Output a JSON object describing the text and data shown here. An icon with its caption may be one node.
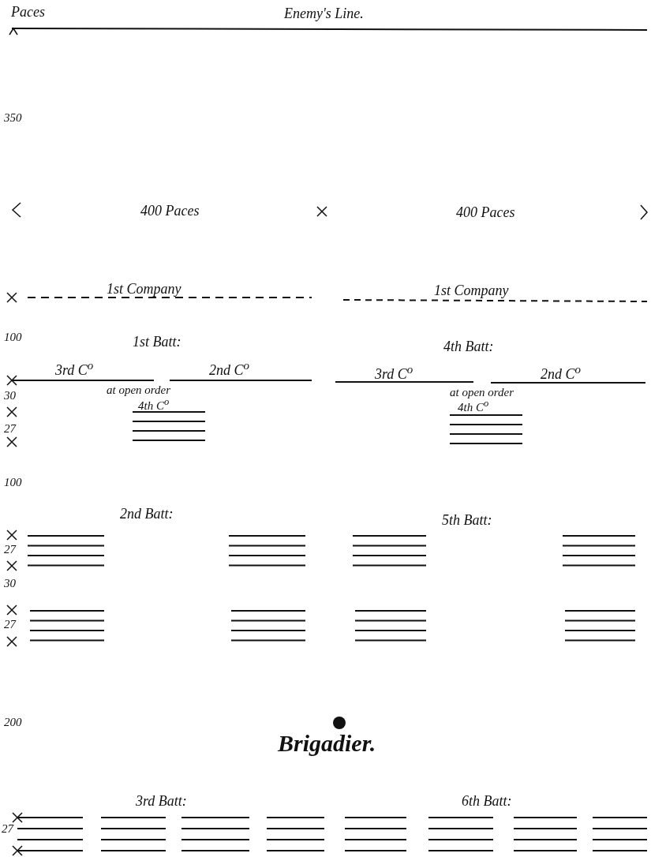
{
  "diagram": {
    "labels": [
      "Paces",
      "Enemy's Line.",
      "350",
      "400 Paces",
      "400 Paces",
      "1st Company",
      "1st Company",
      "100",
      "1st Batt:",
      "4th Batt:",
      "3rd C$^{o}$",
      "2nd C$^{o}$",
      "3rd C$^{o}$",
      "2nd C$^{o}$",
      "30",
      "at open order",
      "at open order",
      "4th C$^{o}$",
      "4th C$^{o}$",
      "27",
      "100",
      "2nd Batt:",
      "5th Batt:",
      "27",
      "30",
      "27",
      "200",
      "Brigadier.",
      "3rd Batt:",
      "6th Batt:",
      "27"
    ]
  }
}
